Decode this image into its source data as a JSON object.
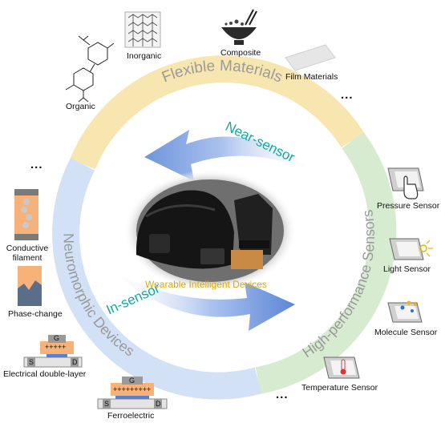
{
  "ring": {
    "flexible_materials": "Flexible Materials",
    "high_performance_sensors": "High-performance Sensors",
    "neuromorphic_devices": "Neuromorphic Devices"
  },
  "arrows": {
    "near_sensor": "Near-sensor",
    "in_sensor": "In-sensor"
  },
  "center": {
    "label": "Wearable Intelligent Devices"
  },
  "materials": {
    "inorganic": "Inorganic",
    "composite": "Composite",
    "organic": "Organic",
    "film": "Film Materials",
    "more": "..."
  },
  "sensors": {
    "pressure": "Pressure Sensor",
    "light": "Light Sensor",
    "molecule": "Molecule Sensor",
    "temperature": "Temperature Sensor",
    "more": "..."
  },
  "devices": {
    "conductive_line1": "Conductive",
    "conductive_line2": "filament",
    "phase_change": "Phase-change",
    "edl": "Electrical double-layer",
    "ferroelectric": "Ferroelectric",
    "more": "...",
    "gate": "G",
    "source": "S",
    "drain": "D",
    "plus": "+++++",
    "plus_fe": "+++++++++"
  },
  "colors": {
    "ring_yellow": "#f8e6b0",
    "ring_green": "#d6ebd0",
    "ring_blue": "#d2e1f5",
    "arrow_blue": "#6e95dc",
    "accent_teal": "#14a99a",
    "center_gold": "#e0a800",
    "ring_text": "#9a9a9a",
    "device_orange": "#f7b27a"
  }
}
